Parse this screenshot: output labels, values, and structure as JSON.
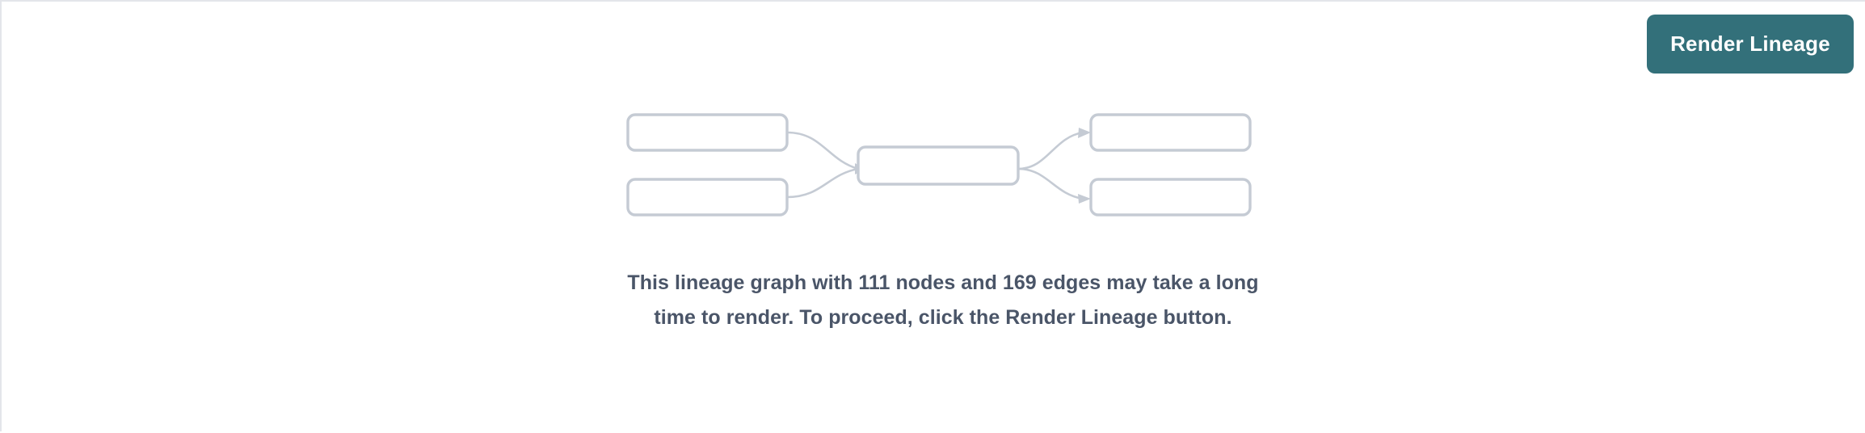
{
  "panel": {
    "background_color": "#ffffff",
    "border_color": "#e3e5ea"
  },
  "toolbar": {
    "render_lineage_label": "Render Lineage",
    "button_color": "#33707a",
    "button_text_color": "#ffffff"
  },
  "empty_state": {
    "message": "This lineage graph with 111 nodes and 169 edges may take a long time to render. To proceed, click the Render Lineage button.",
    "message_color": "#4a5568",
    "node_count": 111,
    "edge_count": 169,
    "placeholder_graph": {
      "node_border_color": "#c5cbd4",
      "node_fill_color": "#ffffff",
      "edge_color": "#c5cbd4",
      "nodes": [
        {
          "id": "upstream-1",
          "label": ""
        },
        {
          "id": "upstream-2",
          "label": ""
        },
        {
          "id": "focus",
          "label": ""
        },
        {
          "id": "downstream-1",
          "label": ""
        },
        {
          "id": "downstream-2",
          "label": ""
        }
      ],
      "edges": [
        {
          "from": "upstream-1",
          "to": "focus"
        },
        {
          "from": "upstream-2",
          "to": "focus"
        },
        {
          "from": "focus",
          "to": "downstream-1"
        },
        {
          "from": "focus",
          "to": "downstream-2"
        }
      ]
    }
  }
}
